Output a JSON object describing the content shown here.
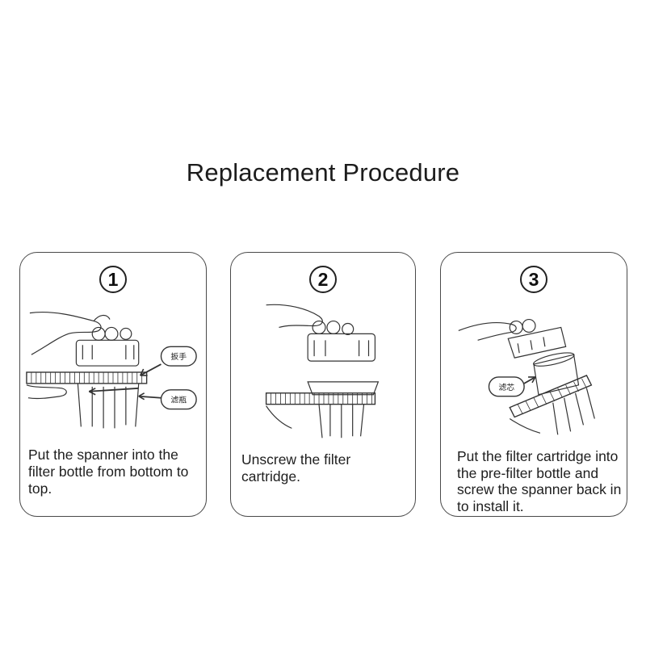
{
  "title": "Replacement Procedure",
  "steps": [
    {
      "number": "1",
      "caption": "Put the spanner into the filter bottle from bottom to top.",
      "labels": [
        "扳手",
        "滤瓶"
      ]
    },
    {
      "number": "2",
      "caption": "Unscrew the filter cartridge.",
      "labels": []
    },
    {
      "number": "3",
      "caption": "Put the filter cartridge into the pre-filter bottle and screw the spanner back in to install it.",
      "labels": [
        "滤芯"
      ]
    }
  ]
}
